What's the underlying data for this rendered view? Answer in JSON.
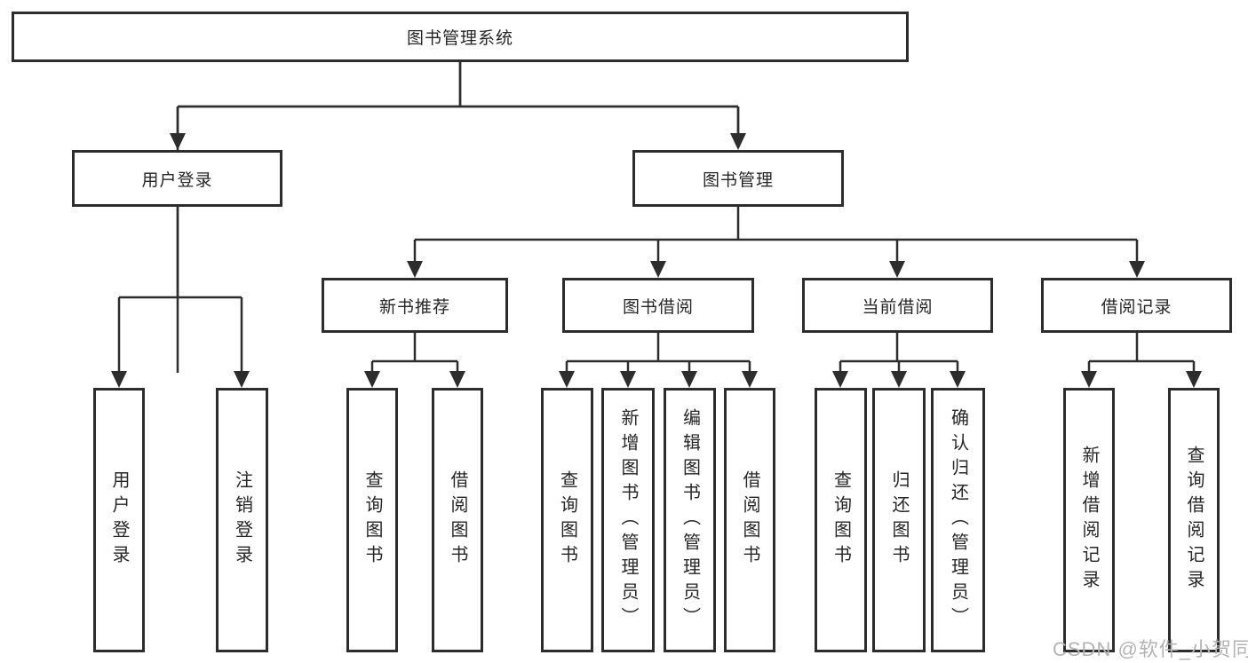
{
  "tree": {
    "root": "图书管理系统",
    "level2": {
      "login": "用户登录",
      "books": "图书管理"
    },
    "level3": {
      "recommend": "新书推荐",
      "borrow": "图书借阅",
      "current": "当前借阅",
      "records": "借阅记录"
    },
    "leaves": {
      "login": [
        "用户登录",
        "注销登录"
      ],
      "recommend": [
        "查询图书",
        "借阅图书"
      ],
      "borrow": [
        "查询图书",
        "新增图书（管理员）",
        "编辑图书（管理员）",
        "借阅图书"
      ],
      "current": [
        "查询图书",
        "归还图书",
        "确认归还（管理员）"
      ],
      "records": [
        "新增借阅记录",
        "查询借阅记录"
      ]
    }
  },
  "watermark": {
    "text": "CSDN @软件_小贺同学"
  },
  "colors": {
    "line": "#2d2d2d",
    "text": "#262626",
    "background": "#ffffff",
    "watermark": "#b3b3b3"
  }
}
